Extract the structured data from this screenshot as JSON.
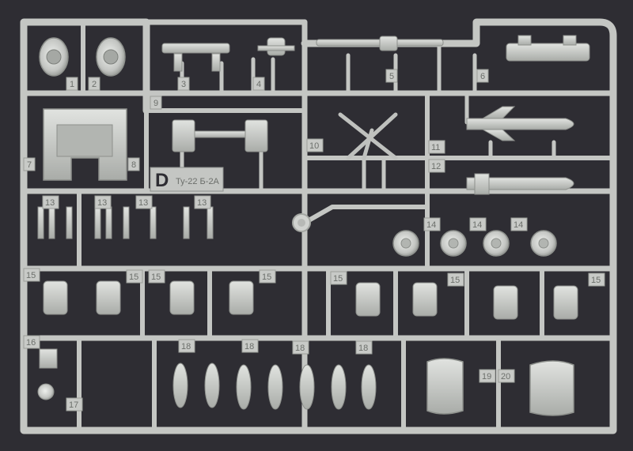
{
  "photo": {
    "background_color": "#2e2d33",
    "plastic_color": "#c7c9c6",
    "plastic_shadow": "#9ea19d",
    "plastic_highlight": "#e3e5e2"
  },
  "sprue": {
    "letter": "D",
    "title": "Ту-22 Б-2А",
    "part_numbers": {
      "n1": "1",
      "n2": "2",
      "n3": "3",
      "n4": "4",
      "n5": "5",
      "n6": "6",
      "n7": "7",
      "n8": "8",
      "n9": "9",
      "n10": "10",
      "n11": "11",
      "n12": "12",
      "n13a": "13",
      "n13b": "13",
      "n13c": "13",
      "n13d": "13",
      "n14a": "14",
      "n14b": "14",
      "n14c": "14",
      "n15a": "15",
      "n15b": "15",
      "n15c": "15",
      "n15d": "15",
      "n15e": "15",
      "n15f": "15",
      "n15g": "15",
      "n16": "16",
      "n17": "17",
      "n18a": "18",
      "n18b": "18",
      "n18c": "18",
      "n18d": "18",
      "n19": "19",
      "n20": "20"
    }
  }
}
